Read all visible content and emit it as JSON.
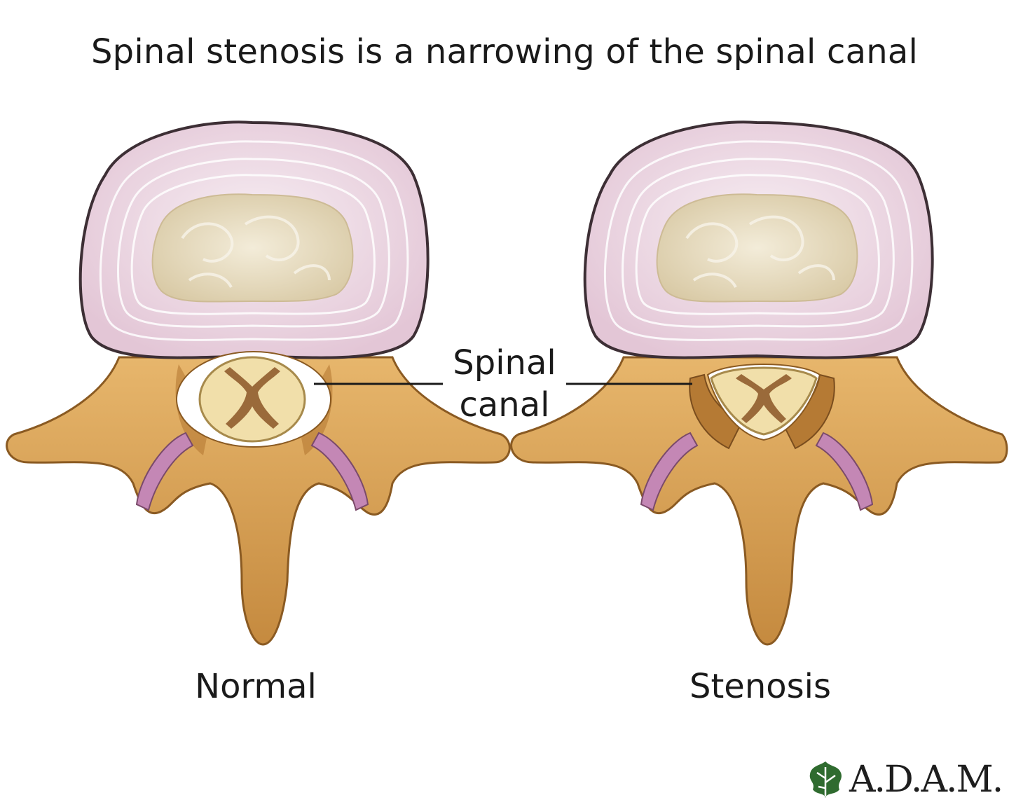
{
  "title": "Spinal stenosis is a narrowing of the spinal canal",
  "labels": {
    "canal_line1": "Spinal",
    "canal_line2": "canal",
    "normal": "Normal",
    "stenosis": "Stenosis"
  },
  "logo": {
    "text": "A.D.A.M.",
    "icon": "adam-leaf-logo-icon"
  },
  "colors": {
    "disc_outer": "#e9d3e0",
    "disc_ring": "#f6ebf2",
    "nucleus": "#e8ddc3",
    "bone": "#d9a25a",
    "bone_shadow": "#b57a34",
    "cord": "#f1dfaa",
    "grey_matter": "#9a6a3a",
    "ligament": "#c487b5",
    "logo_green": "#2f6b2f"
  }
}
